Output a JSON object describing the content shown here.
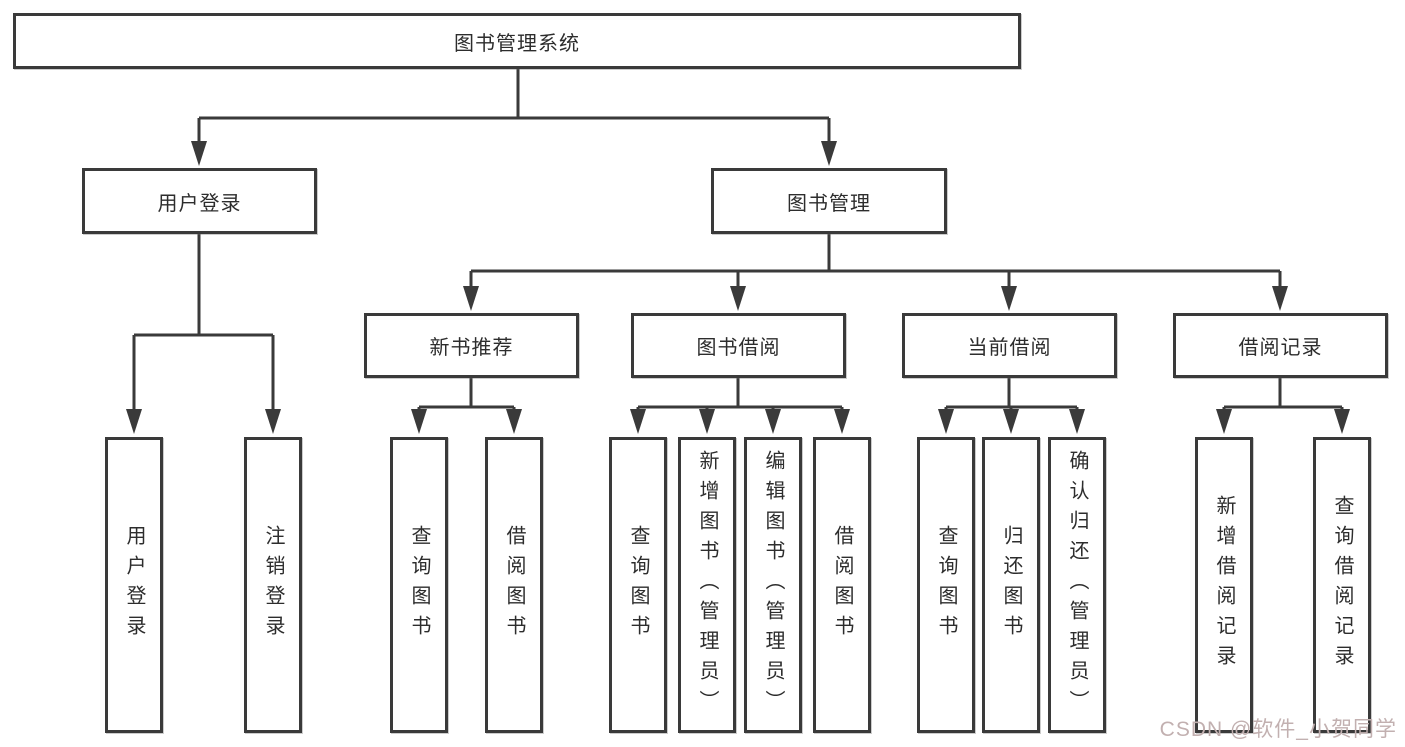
{
  "diagram": {
    "root": {
      "label": "图书管理系统"
    },
    "branches": [
      {
        "label": "用户登录",
        "children": [
          {
            "label": "用户登录"
          },
          {
            "label": "注销登录"
          }
        ]
      },
      {
        "label": "图书管理",
        "children": [
          {
            "label": "新书推荐",
            "children": [
              {
                "label": "查询图书"
              },
              {
                "label": "借阅图书"
              }
            ]
          },
          {
            "label": "图书借阅",
            "children": [
              {
                "label": "查询图书"
              },
              {
                "label": "新增图书（管理员）"
              },
              {
                "label": "编辑图书（管理员）"
              },
              {
                "label": "借阅图书"
              }
            ]
          },
          {
            "label": "当前借阅",
            "children": [
              {
                "label": "查询图书"
              },
              {
                "label": "归还图书"
              },
              {
                "label": "确认归还（管理员）"
              }
            ]
          },
          {
            "label": "借阅记录",
            "children": [
              {
                "label": "新增借阅记录"
              },
              {
                "label": "查询借阅记录"
              }
            ]
          }
        ]
      }
    ]
  },
  "watermark": {
    "text": "CSDN @软件_小贺同学"
  },
  "colors": {
    "line": "#3a3a3a",
    "text": "#2d2d2d",
    "box_background": "#ffffff",
    "watermark": "#c2b0b0",
    "page_background": "#ffffff"
  }
}
